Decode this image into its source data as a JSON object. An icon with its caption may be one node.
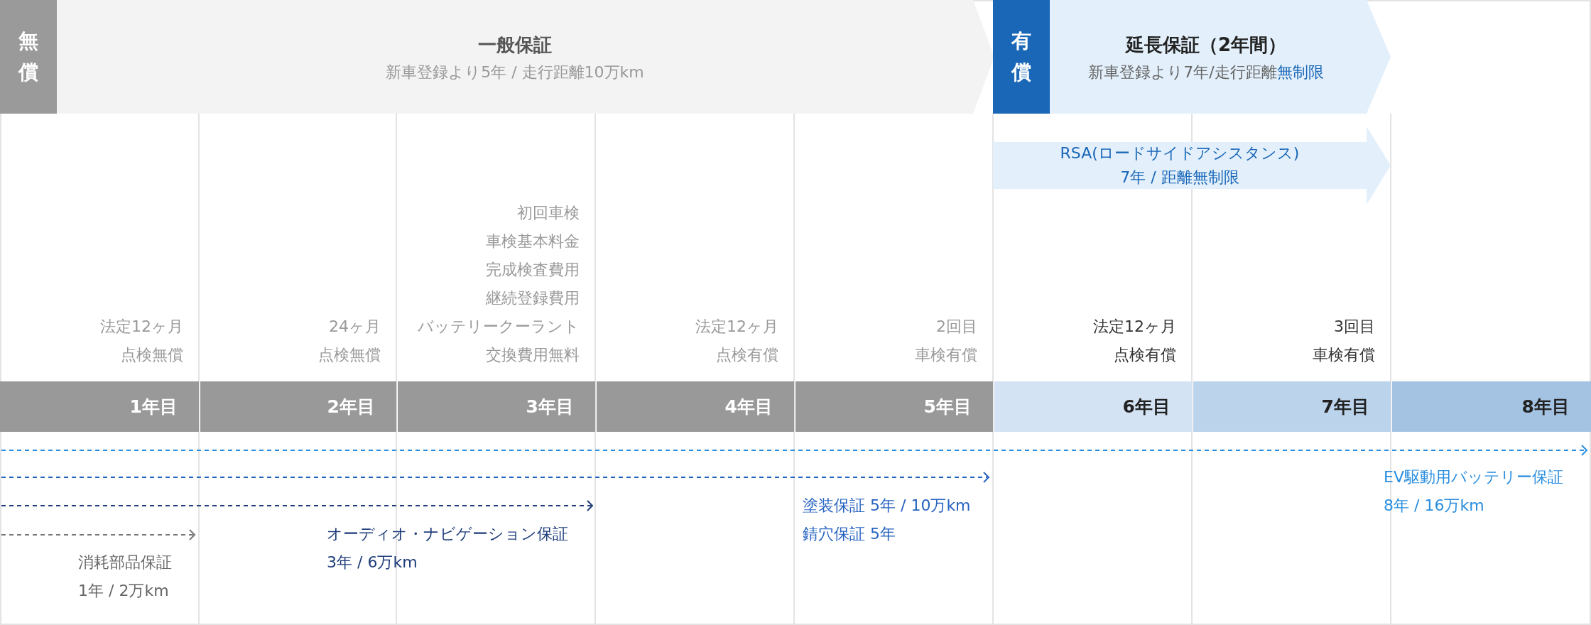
{
  "diagram": {
    "nodes": [
      {
        "text": [
          "無償"
        ]
      },
      {
        "text": [
          "一般保証",
          "新車登録より5年 / 走行距離10万km"
        ]
      },
      {
        "text": [
          "有償"
        ]
      },
      {
        "text": [
          "延長保証（2年間）",
          "新車登録より7年/走行距離**無制限**"
        ]
      },
      {
        "text": [
          "RSA(ロードサイドアシスタンス)",
          "7年 / 距離無制限"
        ]
      },
      {
        "text": [
          "1年目"
        ]
      },
      {
        "text": [
          "2年目"
        ]
      },
      {
        "text": [
          "3年目"
        ]
      },
      {
        "text": [
          "4年目"
        ]
      },
      {
        "text": [
          "5年目"
        ]
      },
      {
        "text": [
          "6年目"
        ]
      },
      {
        "text": [
          "7年目"
        ]
      },
      {
        "text": [
          "8年目"
        ]
      }
    ],
    "labels": [
      "法定12ヶ月",
      "点検無償",
      "24ヶ月",
      "点検無償",
      "初回車検",
      "車検基本料金",
      "完成検査費用",
      "継続登録費用",
      "バッテリークーラント交換費用無料",
      "法定12ヶ月",
      "点検有償",
      "2回目",
      "車検有償",
      "法定12ヶ月",
      "点検有償",
      "3回目",
      "車検有償",
      "EV駆動用バッテリー保証",
      "8年 / 16万km",
      "塗装保証 5年 / 10万km",
      "錆穴保証 5年",
      "オーディオ・ナビゲーション保証",
      "3年 / 6万km",
      "消耗部品保証",
      "1年 / 2万km"
    ]
  }
}
